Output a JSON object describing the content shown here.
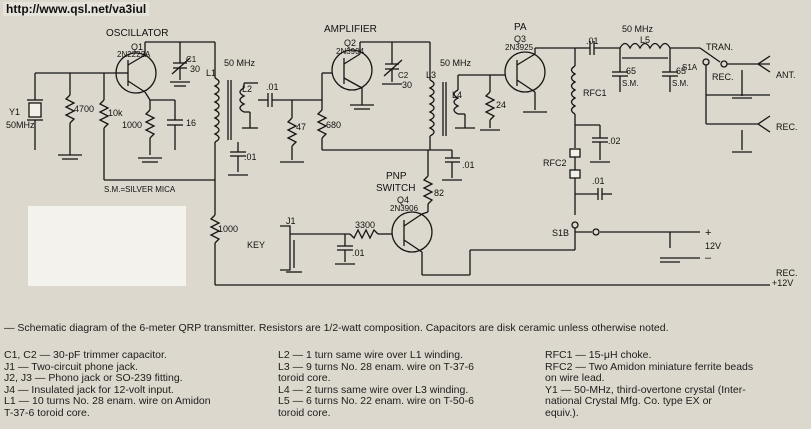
{
  "header": {
    "url": "http://www.qsl.net/va3iul"
  },
  "labels": {
    "oscillator": "OSCILLATOR",
    "q1": "Q1",
    "q1_type": "2N2222A",
    "amplifier": "AMPLIFIER",
    "q2": "Q2",
    "q2_type": "2N3904",
    "pa": "PA",
    "q3": "Q3",
    "q3_type": "2N3925",
    "pnp_switch_1": "PNP",
    "pnp_switch_2": "SWITCH",
    "q4": "Q4",
    "q4_type": "2N3906",
    "y1": "Y1",
    "y1_freq": "50MHz",
    "r4700": "4700",
    "r10k": "10k",
    "r1000a": "1000",
    "r1000b": "1000",
    "c1": "C1",
    "c1_val": "30",
    "c16": "16",
    "l1": "L1",
    "l1_freq": "50 MHz",
    "l2": "L2",
    "c01_a": ".01",
    "r47": "47",
    "r680": "680",
    "c01_b": ".01",
    "sm_note": "S.M.=SILVER MICA",
    "c2": "C2",
    "c2_val": "30",
    "l3": "L3",
    "l3_freq": "50 MHz",
    "l4": "L4",
    "r24": "24",
    "c01_c": ".01",
    "r82": "82",
    "j1": "J1",
    "key": "KEY",
    "r3300": "3300",
    "c01_d": ".01",
    "c01_e": ".01",
    "rfc1": "RFC1",
    "c02": ".02",
    "rfc2": "RFC2",
    "c01_f": ".01",
    "l5_freq": "50 MHz",
    "l5": "L5",
    "c65a": "65",
    "sm_a": "S.M.",
    "c65b": "65",
    "sm_b": "S.M.",
    "s1a": "S1A",
    "tran": "TRAN.",
    "rec1": "REC.",
    "ant": "ANT.",
    "rec2": "REC.",
    "s1b": "S1B",
    "plus": "+",
    "v12": "12V",
    "minus": "–",
    "rec3": "REC.",
    "plus12v": "+12V"
  },
  "caption": {
    "title": "— Schematic diagram of the 6-meter QRP transmitter. Resistors are 1/2-watt composition. Capacitors are disk ceramic unless otherwise noted.",
    "col1": [
      "C1, C2 — 30-pF trimmer capacitor.",
      "J1 — Two-circuit phone jack.",
      "J2, J3 — Phono jack or SO-239 fitting.",
      "J4 — Insulated jack for 12-volt input.",
      "L1 — 10 turns No. 28 enam. wire on Amidon",
      "      T-37-6 toroid core."
    ],
    "col2": [
      "L2 — 1 turn same wire over L1 winding.",
      "L3 — 9 turns No. 28 enam. wire on T-37-6",
      "      toroid core.",
      "L4 — 2 turns same wire over L3 winding.",
      "L5 — 6 turns No. 22 enam. wire on T-50-6",
      "      toroid core."
    ],
    "col3": [
      "RFC1 — 15-μH choke.",
      "RFC2 — Two Amidon miniature ferrite beads",
      "      on wire lead.",
      "Y1 — 50-MHz, third-overtone crystal (Inter-",
      "      national Crystal Mfg. Co. type EX or",
      "      equiv.)."
    ]
  }
}
